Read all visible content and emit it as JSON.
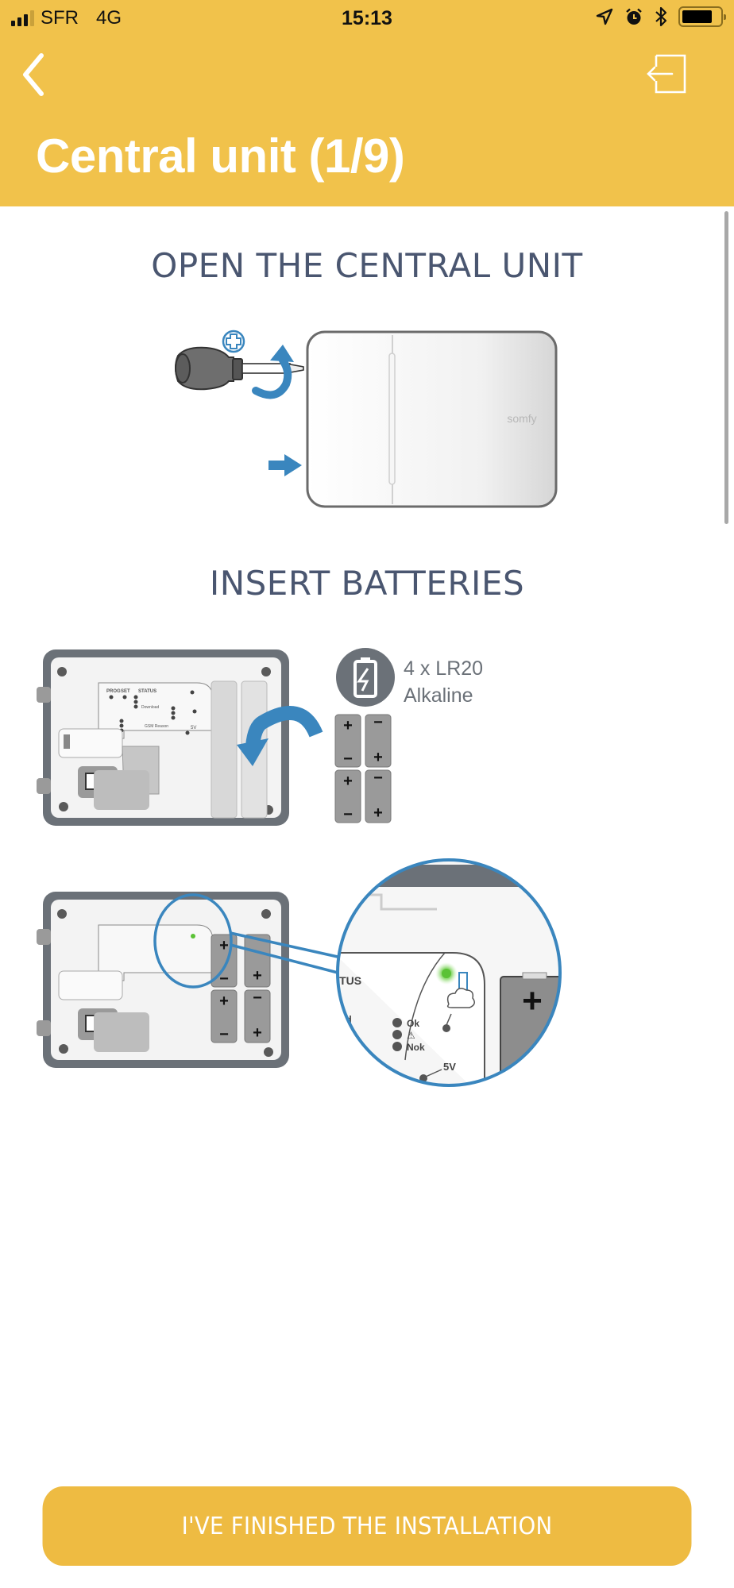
{
  "status_bar": {
    "carrier": "SFR",
    "network": "4G",
    "time": "15:13",
    "icons": [
      "signal-icon",
      "location-icon",
      "alarm-icon",
      "bluetooth-icon",
      "battery-icon"
    ]
  },
  "header": {
    "back_icon": "chevron-left-icon",
    "exit_icon": "exit-icon",
    "title": "Central unit (1/9)"
  },
  "sections": [
    {
      "title": "OPEN THE CENTRAL UNIT",
      "illustration": {
        "brand_label": "somfy",
        "icons": [
          "screwdriver-icon",
          "phillips-head-icon",
          "rotate-arrow-icon",
          "push-arrow-icon"
        ]
      }
    },
    {
      "title": "INSERT BATTERIES",
      "battery_spec": {
        "line1": "4 x LR20",
        "line2": "Alkaline"
      },
      "board_labels": {
        "prog": "PROG",
        "set": "SET",
        "status": "STATUS",
        "download": "Download",
        "gsm_reason": "GSM Reason",
        "ok": "Ok",
        "warn": "⚠",
        "nok": "Nok",
        "v5": "5V"
      },
      "magnifier_labels": {
        "status_partial": "ATUS",
        "load_partial": "load",
        "ok": "Ok",
        "warn": "⚠",
        "nok": "Nok",
        "v5": "5V",
        "plus": "+"
      },
      "battery_polarity": {
        "plus": "+",
        "minus": "−"
      }
    }
  ],
  "colors": {
    "header_bg": "#F1C24B",
    "button_bg": "#EEBB42",
    "section_title": "#4A5670",
    "accent_blue": "#3A86BE",
    "led_green": "#5BC236",
    "device_dark": "#6B7178"
  },
  "footer": {
    "finish_button": "I'VE FINISHED THE INSTALLATION"
  }
}
